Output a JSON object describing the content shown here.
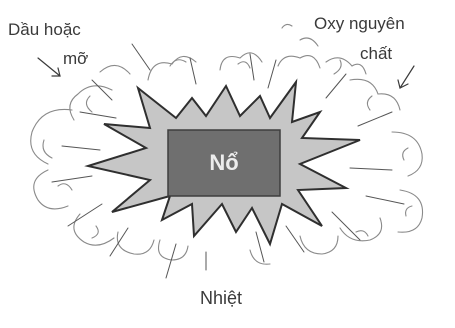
{
  "labels": {
    "oil_line1": "Dầu hoặc",
    "oil_line2": "mỡ",
    "oxygen_line1": "Oxy nguyên",
    "oxygen_line2": "chất",
    "heat": "Nhiệt",
    "center": "Nổ"
  },
  "colors": {
    "starburst_fill": "#c6c6c6",
    "box_fill": "#6f6f6f",
    "ink": "#3a3a3a"
  },
  "icons": [
    "smoke-cloud-icon",
    "explosion-starburst-icon",
    "arrow-icon"
  ]
}
